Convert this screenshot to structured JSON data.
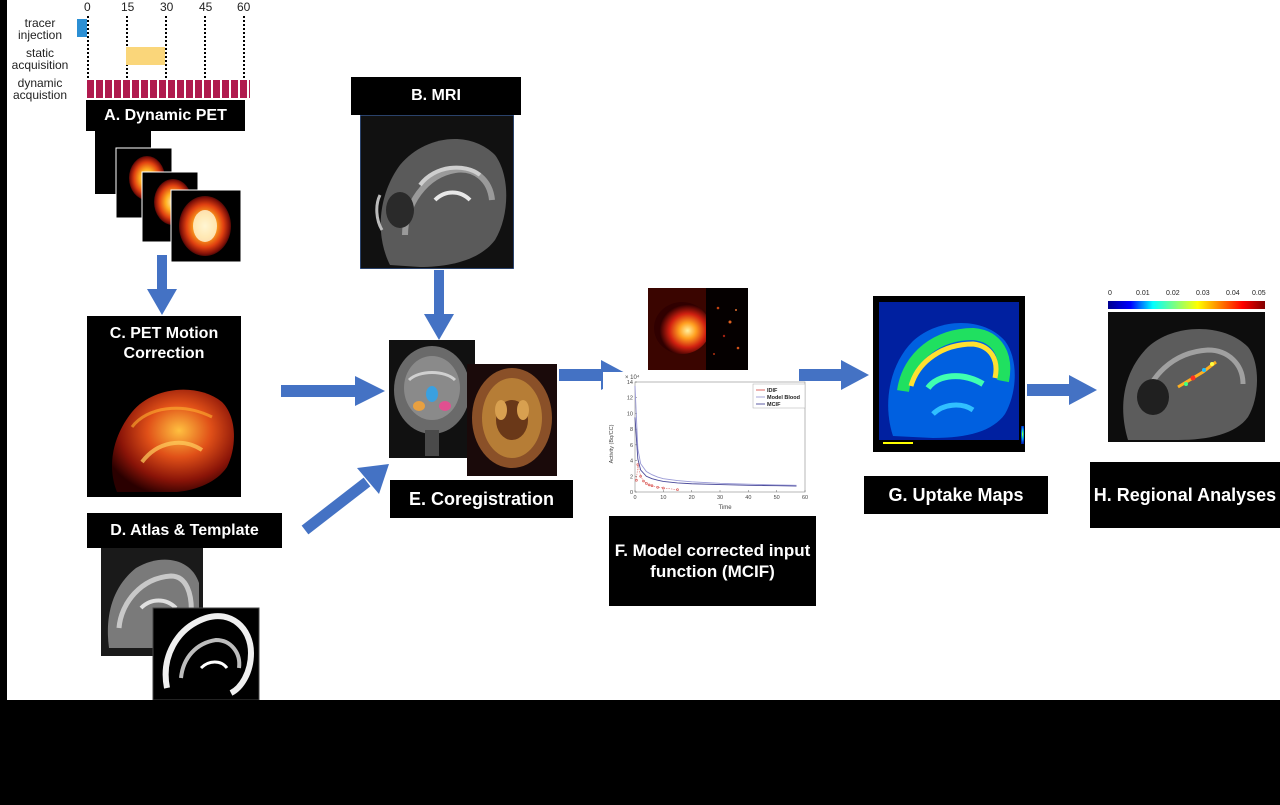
{
  "timeline": {
    "ticks": [
      "0",
      "15",
      "30",
      "45",
      "60"
    ],
    "rows": [
      {
        "line1": "tracer",
        "line2": "injection",
        "color": "#2b8fd4"
      },
      {
        "line1": "static",
        "line2": "acquisition",
        "color": "#fad67a"
      },
      {
        "line1": "dynamic",
        "line2": "acquistion",
        "color": "#b01a4e"
      }
    ]
  },
  "panels": {
    "a": "A. Dynamic PET",
    "b": "B. MRI",
    "c": "C. PET Motion Correction",
    "d": "D. Atlas & Template",
    "e": "E. Coregistration",
    "f": "F. Model corrected input function (MCIF)",
    "g": "G. Uptake Maps",
    "h": "H. Regional Analyses"
  },
  "colors": {
    "arrow": "#4472c4",
    "label_bg": "#000000",
    "label_text": "#ffffff"
  },
  "colorbar": {
    "ticks": [
      "0",
      "0.01",
      "0.02",
      "0.03",
      "0.04",
      "0.05"
    ]
  },
  "mcif_chart": {
    "type": "line",
    "xlabel": "Time",
    "ylabel": "Activity (Bq/CC)",
    "y_exponent": "× 10⁴",
    "x_ticks": [
      "0",
      "10",
      "20",
      "30",
      "40",
      "50",
      "60"
    ],
    "y_ticks": [
      "0",
      "2",
      "4",
      "6",
      "8",
      "10",
      "12",
      "14"
    ],
    "xlim": [
      0,
      60
    ],
    "ylim": [
      0,
      14
    ],
    "legend": [
      "IDIF",
      "Model Blood",
      "MCIF"
    ],
    "series": [
      {
        "name": "IDIF",
        "color": "#d9534f",
        "x": [
          0.5,
          1,
          2,
          3,
          4,
          5,
          6,
          8,
          10,
          15
        ],
        "y": [
          1.5,
          3.5,
          2.0,
          1.4,
          1.1,
          0.9,
          0.8,
          0.6,
          0.5,
          0.3
        ]
      },
      {
        "name": "Model Blood",
        "color": "#9a9ad6",
        "x": [
          0,
          1,
          2,
          4,
          6,
          8,
          10,
          15,
          20,
          30,
          40,
          50,
          57
        ],
        "y": [
          13.5,
          5.5,
          3.6,
          2.6,
          2.2,
          1.9,
          1.7,
          1.45,
          1.3,
          1.1,
          1.0,
          0.9,
          0.85
        ]
      },
      {
        "name": "MCIF",
        "color": "#4a4a9a",
        "x": [
          0,
          1,
          2,
          4,
          6,
          8,
          10,
          15,
          20,
          30,
          40,
          50,
          57
        ],
        "y": [
          9.5,
          4.2,
          2.8,
          2.0,
          1.7,
          1.5,
          1.35,
          1.15,
          1.05,
          0.95,
          0.85,
          0.8,
          0.75
        ]
      }
    ]
  }
}
